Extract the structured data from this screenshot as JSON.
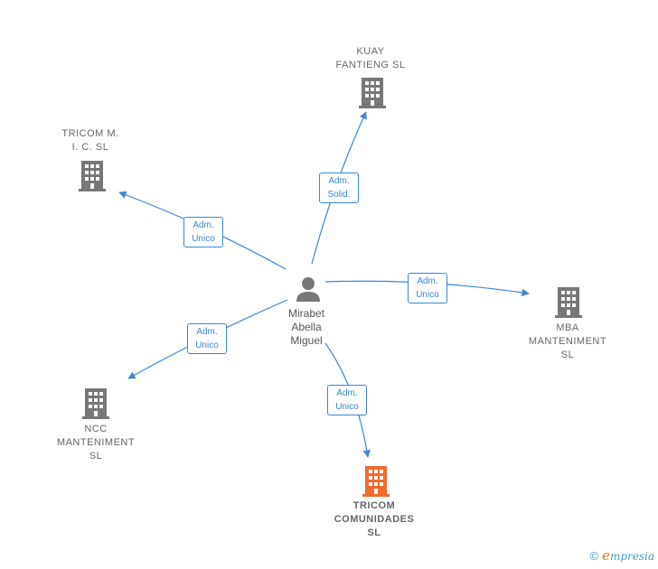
{
  "center": {
    "name": "Mirabet\nAbella\nMiguel",
    "icon": "person-icon"
  },
  "companies": [
    {
      "id": "kuay",
      "name": "KUAY\nFANTIENG SL",
      "icon": "building-icon",
      "highlight": false
    },
    {
      "id": "tricom-mic",
      "name": "TRICOM M.\nI. C.  SL",
      "icon": "building-icon",
      "highlight": false
    },
    {
      "id": "mba",
      "name": "MBA\nMANTENIMENT\nSL",
      "icon": "building-icon",
      "highlight": false
    },
    {
      "id": "ncc",
      "name": "NCC\nMANTENIMENT\nSL",
      "icon": "building-icon",
      "highlight": false
    },
    {
      "id": "tricom-com",
      "name": "TRICOM\nCOMUNIDADES\nSL",
      "icon": "building-icon",
      "highlight": true
    }
  ],
  "relations": [
    {
      "to": "kuay",
      "label": "Adm.\nSolid."
    },
    {
      "to": "tricom-mic",
      "label": "Adm.\nUnico"
    },
    {
      "to": "mba",
      "label": "Adm.\nUnico"
    },
    {
      "to": "ncc",
      "label": "Adm.\nUnico"
    },
    {
      "to": "tricom-com",
      "label": "Adm.\nUnico"
    }
  ],
  "colors": {
    "edge": "#3a86d4",
    "building": "#777777",
    "highlight": "#f26a2e",
    "person": "#777777"
  },
  "footer": {
    "copyright": "©",
    "brand_first": "e",
    "brand_rest": "mpresia"
  }
}
